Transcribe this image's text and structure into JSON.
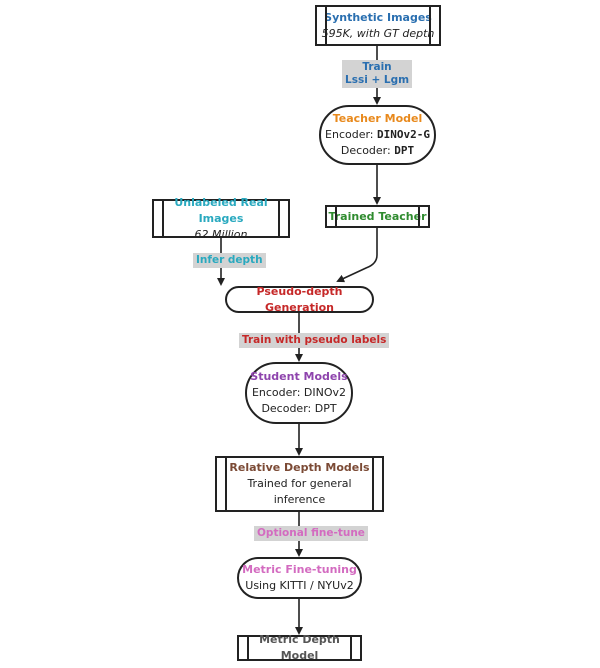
{
  "colors": {
    "blue": "#2a6fb0",
    "orange": "#e8891c",
    "green": "#2e8b2e",
    "cyan": "#29a9bf",
    "red": "#c62828",
    "purple": "#8e44ad",
    "brown": "#7b4a35",
    "pink": "#d36bc0",
    "gray": "#555555",
    "line": "#222222",
    "label_bg": "#d3d3d3"
  },
  "nodes": {
    "synthetic": {
      "title": "Synthetic Images",
      "sub": "595K, with GT depth"
    },
    "teacher": {
      "title": "Teacher Model",
      "enc_prefix": "Encoder: ",
      "enc_value": "DINOv2-G",
      "dec_prefix": "Decoder: ",
      "dec_value": "DPT"
    },
    "trained_teacher": {
      "title": "Trained Teacher"
    },
    "unlabeled": {
      "title": "Unlabeled Real Images",
      "sub": "62 Million"
    },
    "pseudo": {
      "title": "Pseudo-depth Generation"
    },
    "student": {
      "title": "Student Models",
      "line1": "Encoder: DINOv2",
      "line2": "Decoder: DPT"
    },
    "relative": {
      "title": "Relative Depth Models",
      "line1": "Trained for general",
      "line2": "inference"
    },
    "metric_ft": {
      "title": "Metric Fine-tuning",
      "line1": "Using KITTI / NYUv2"
    },
    "metric_model": {
      "title": "Metric Depth Model"
    }
  },
  "edges": {
    "train": {
      "line1": "Train",
      "line2": "Lssi + Lgm"
    },
    "infer": "Infer depth",
    "pseudo_labels": "Train with pseudo labels",
    "finetune": "Optional fine-tune"
  }
}
